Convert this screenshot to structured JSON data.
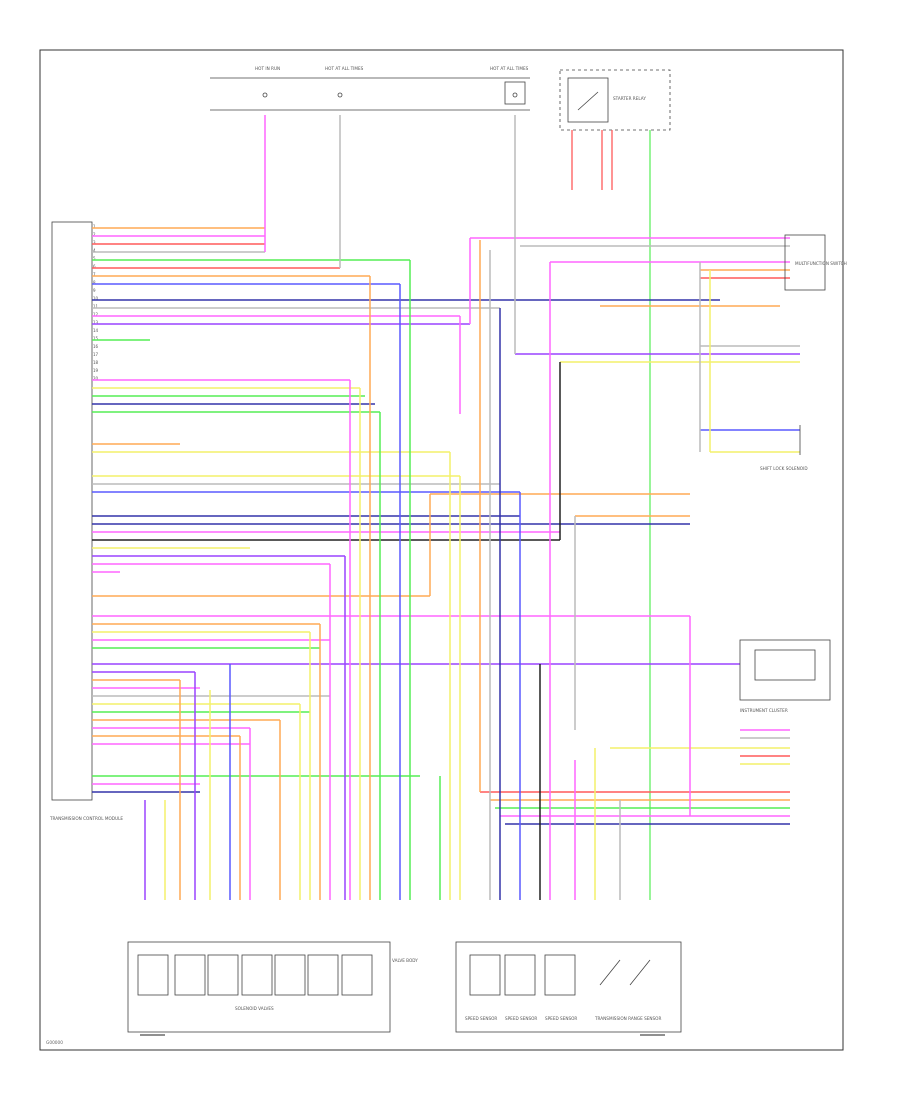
{
  "diagram": {
    "footer_code": "G00000",
    "fuse_labels": [
      "HOT IN RUN",
      "HOT AT ALL TIMES",
      "HOT AT ALL TIMES"
    ],
    "component_labels": {
      "tcm": "TRANSMISSION CONTROL MODULE",
      "solenoid_valves": "SOLENOID VALVES",
      "valve_body": "VALVE BODY",
      "instrument_cluster": "INSTRUMENT CLUSTER",
      "starter_relay": "STARTER RELAY",
      "multifunction_switch": "MULTIFUNCTION SWITCH",
      "shift_lock_solenoid": "SHIFT LOCK SOLENOID",
      "speed_sensors": [
        "SPEED SENSOR",
        "SPEED SENSOR",
        "SPEED SENSOR"
      ],
      "range_sensor": "TRANSMISSION RANGE SENSOR"
    },
    "wire_colors": {
      "red": "#ff5a5a",
      "pink": "#ff66ff",
      "orange": "#ffaa55",
      "yellow": "#f4f06a",
      "green": "#55ee55",
      "blue": "#5a5aff",
      "violet": "#9a44ff",
      "gray": "#bbbbbb",
      "dark_blue": "#3333aa",
      "black": "#222222",
      "brown": "#b07040",
      "light_yellow": "#ffff99"
    }
  }
}
